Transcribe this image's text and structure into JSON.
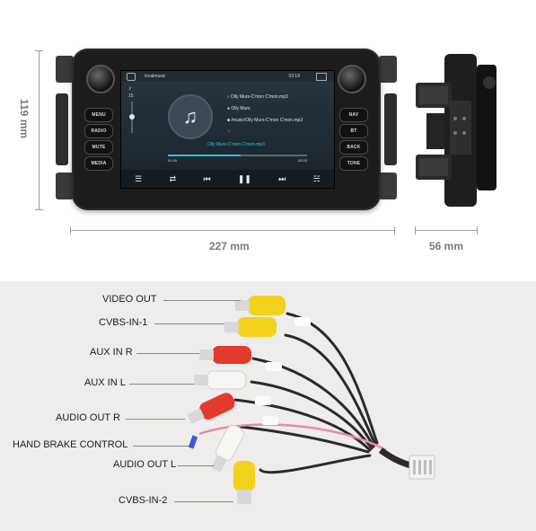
{
  "dimensions": {
    "height": "119 mm",
    "width": "227 mm",
    "depth": "56 mm"
  },
  "unit": {
    "left_buttons": [
      "MENU",
      "RADIO",
      "MUTE",
      "MEDIA"
    ],
    "right_buttons": [
      "NAV",
      "BT",
      "BACK",
      "TONE"
    ],
    "screen": {
      "app_title": "localmusic",
      "time": "03:19",
      "volume": "15",
      "track_title": "Olly Murs-C'mon C'mon.mp3",
      "artist": "Olly Murs",
      "path": "/music/Olly Murs-C'mon C'mon.mp3",
      "now_playing": "Olly Murs-C'mon C'mon.mp3",
      "elapsed": "01:40",
      "total": "03:33",
      "progress": 0.52
    }
  },
  "cables": {
    "labels": [
      "VIDEO OUT",
      "CVBS-IN-1",
      "AUX IN R",
      "AUX IN L",
      "AUDIO OUT R",
      "HAND BRAKE CONTROL",
      "AUDIO OUT L",
      "CVBS-IN-2"
    ],
    "colors": {
      "yellow": "#f2d21c",
      "red": "#e23a2f",
      "white": "#f5f5f2",
      "blue": "#3a5bd8",
      "wire": "#2a2a2a",
      "pink": "#e98aa8"
    }
  }
}
